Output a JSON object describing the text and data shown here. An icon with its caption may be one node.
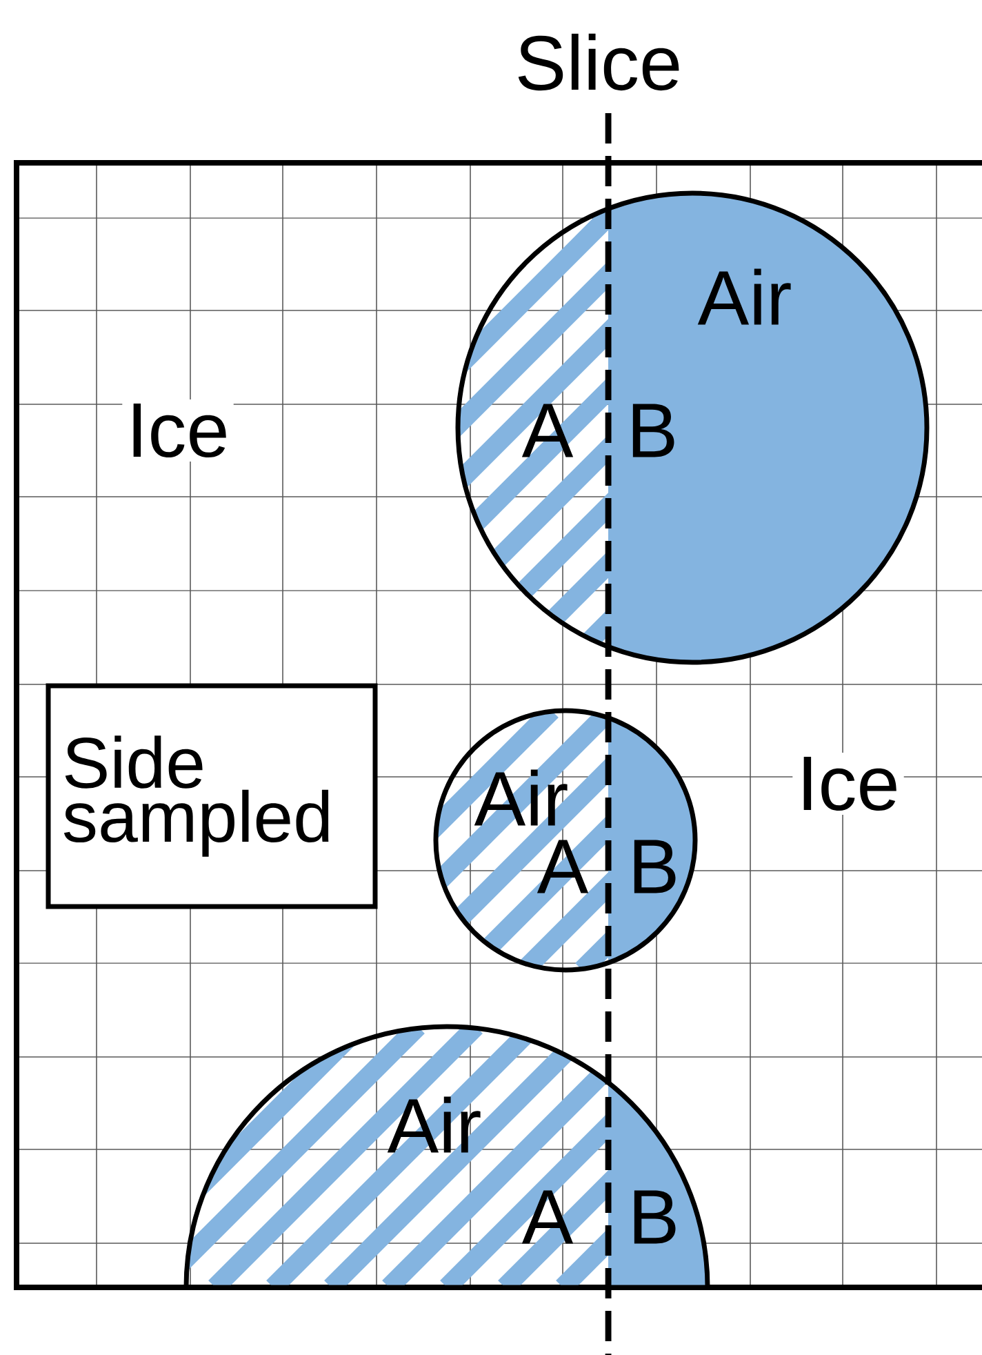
{
  "diagram": {
    "nodes": [
      {
        "text": [
          "Air"
        ]
      },
      {
        "text": [
          "Side sampled"
        ]
      },
      {
        "text": [
          "Air"
        ]
      },
      {
        "text": [
          "Air"
        ]
      }
    ],
    "labels": [
      "Slice",
      "Ice",
      "A",
      "B",
      "Ice",
      "A",
      "B",
      "A",
      "B"
    ]
  }
}
